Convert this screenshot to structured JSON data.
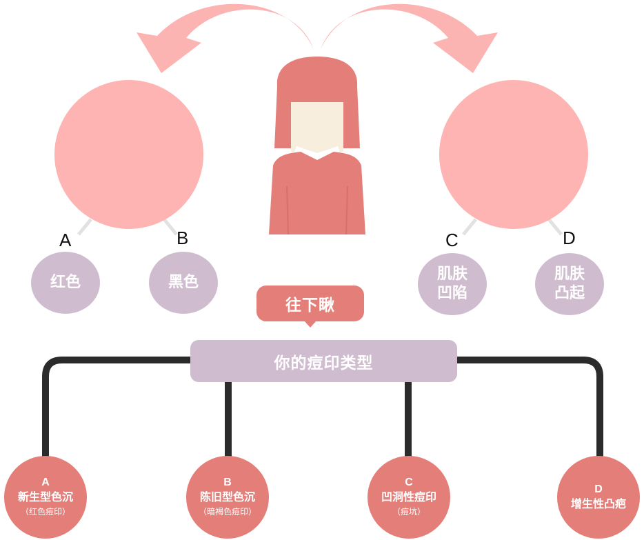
{
  "colors": {
    "arrow": "#fcb4b3",
    "circle": "#fdb4b2",
    "option": "#d0bccf",
    "node": "#e47e79",
    "line": "#2b2b2b",
    "hair": "#e47e79",
    "face": "#f7eedd"
  },
  "icons": [
    "woman-icon",
    "curved-arrow-left-icon",
    "curved-arrow-right-icon"
  ],
  "options": [
    {
      "letter": "A",
      "label": "红色"
    },
    {
      "letter": "B",
      "label": "黑色"
    },
    {
      "letter": "C",
      "label": "肌肤\n凹陷"
    },
    {
      "letter": "D",
      "label": "肌肤\n凸起"
    }
  ],
  "peek_label": "往下瞅",
  "type_title": "你的痘印类型",
  "types": [
    {
      "letter": "A",
      "name": "新生型色沉",
      "sub": "（红色痘印）"
    },
    {
      "letter": "B",
      "name": "陈旧型色沉",
      "sub": "（暗褐色痘印）"
    },
    {
      "letter": "C",
      "name": "凹洞性痘印",
      "sub": "（痘坑）"
    },
    {
      "letter": "D",
      "name": "增生性凸疤",
      "sub": ""
    }
  ]
}
